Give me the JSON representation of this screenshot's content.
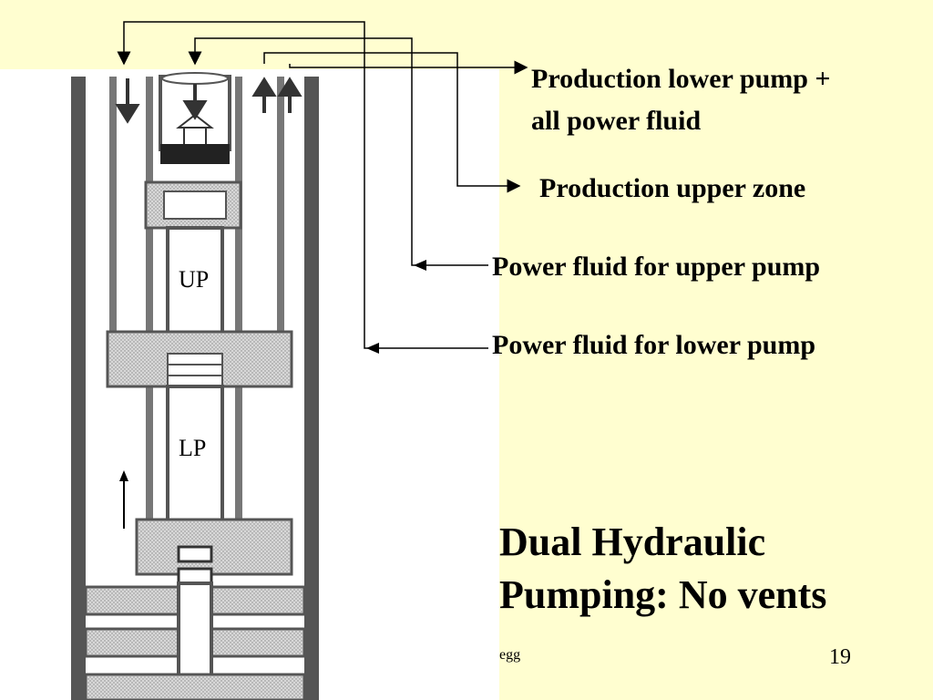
{
  "labels": {
    "production_lower": [
      "Production lower pump +",
      "all power fluid"
    ],
    "production_upper": "Production upper zone",
    "power_upper": "Power fluid for upper pump",
    "power_lower": "Power fluid for lower pump"
  },
  "diagram": {
    "upper_pump": "UP",
    "lower_pump": "LP"
  },
  "title": [
    "Dual Hydraulic",
    "Pumping: No vents"
  ],
  "footer": "egg",
  "page_number": "19",
  "colors": {
    "background": "#fffed0",
    "diagram_background": "#ffffff",
    "line": "#000000"
  }
}
